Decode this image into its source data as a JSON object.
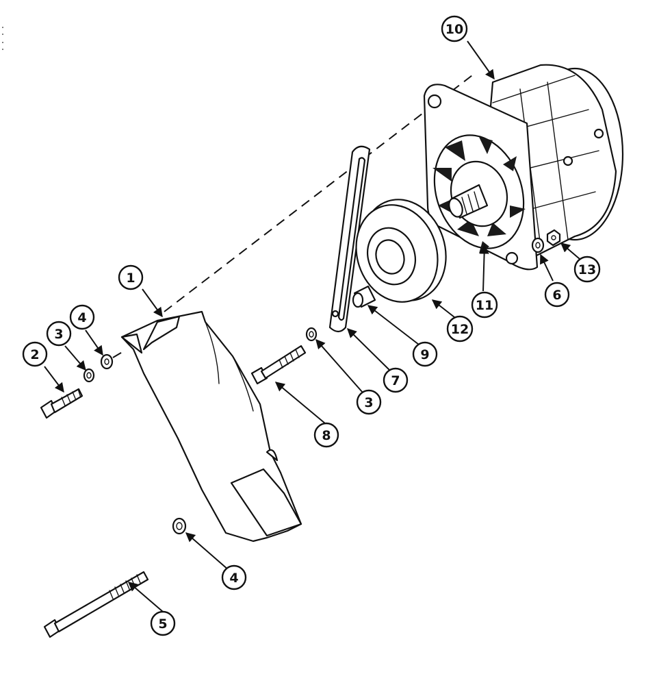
{
  "callouts": {
    "c1": "1",
    "c2": "2",
    "c3a": "3",
    "c3b": "3",
    "c4a": "4",
    "c4b": "4",
    "c5": "5",
    "c6": "6",
    "c7": "7",
    "c8": "8",
    "c9": "9",
    "c10": "10",
    "c11": "11",
    "c12": "12",
    "c13": "13"
  }
}
